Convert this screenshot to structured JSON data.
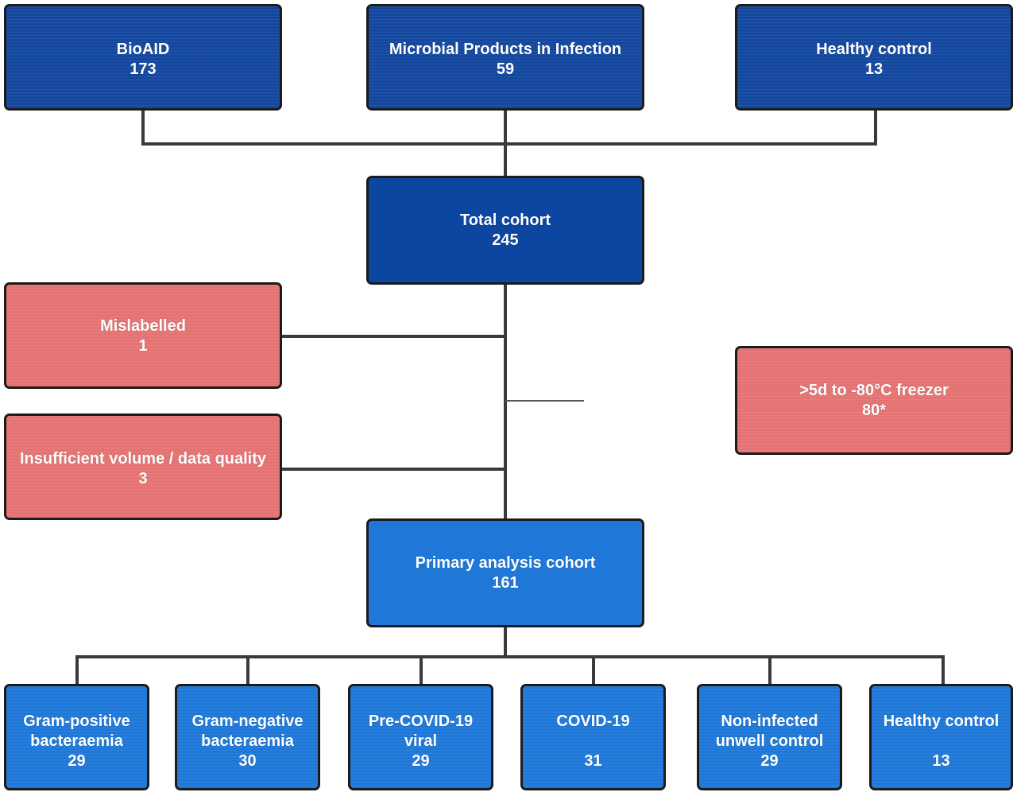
{
  "colors": {
    "line": "#3a3a3a",
    "box_border": "#1b1b1b",
    "source_blue": "#14489f",
    "total_blue": "#0c46a0",
    "primary_blue": "#1f62c6",
    "subgroup_blue": "#1f78d8",
    "exclusion_red": "#e57373"
  },
  "sources": {
    "bioaid": {
      "label": "BioAID",
      "count": "173"
    },
    "mpi": {
      "label": "Microbial Products in Infection",
      "count": "59"
    },
    "healthy_top": {
      "label": "Healthy control",
      "count": "13"
    }
  },
  "total": {
    "label": "Total cohort",
    "count": "245"
  },
  "exclusions": {
    "mislabelled": {
      "label": "Mislabelled",
      "count": "1"
    },
    "insufficient": {
      "label": "Insufficient volume / data quality",
      "count": "3"
    },
    "freezer": {
      "label": ">5d to -80°C freezer",
      "count": "80*"
    }
  },
  "primary": {
    "label": "Primary analysis cohort",
    "count": "161"
  },
  "subgroups": [
    {
      "line1": "Gram-positive",
      "line2": "bacteraemia",
      "count": "29"
    },
    {
      "line1": "Gram-negative",
      "line2": "bacteraemia",
      "count": "30"
    },
    {
      "line1": "Pre-COVID-19",
      "line2": "viral",
      "count": "29"
    },
    {
      "line1": "COVID-19",
      "line2": "",
      "count": "31"
    },
    {
      "line1": "Non-infected",
      "line2": "unwell control",
      "count": "29"
    },
    {
      "line1": "Healthy control",
      "line2": "",
      "count": "13"
    }
  ]
}
